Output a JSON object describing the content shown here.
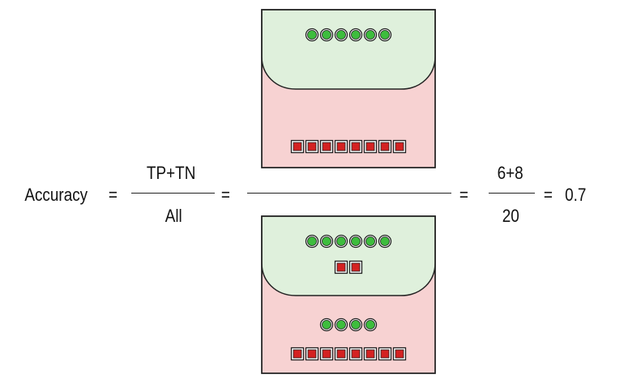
{
  "formula": {
    "lhs": "Accuracy",
    "eq1": "=",
    "frac1_num": "TP+TN",
    "frac1_den": "All",
    "eq2": "=",
    "eq3": "=",
    "frac3_num": "6+8",
    "frac3_den": "20",
    "eq4": "=",
    "result": "0.7"
  },
  "colors": {
    "positive_region": "#dff0dc",
    "negative_region": "#f7d2d2",
    "positive_marker": "#3dbd3d",
    "negative_marker": "#d42222",
    "outline": "#222222"
  },
  "numerator_panel": {
    "circles": 6,
    "squares": 8
  },
  "denominator_panel": {
    "positive_region_circles": 6,
    "positive_region_squares": 2,
    "negative_region_circles": 4,
    "negative_region_squares": 8
  }
}
